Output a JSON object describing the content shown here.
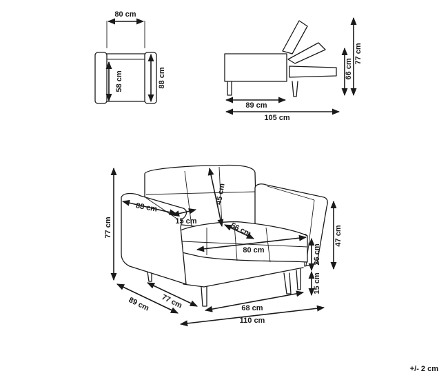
{
  "top_view": {
    "width_label": "80 cm",
    "seat_depth_label": "58 cm",
    "depth_label": "88 cm"
  },
  "side_view": {
    "closed_label": "89 cm",
    "open_label": "105 cm",
    "seat_back_label": "66 cm",
    "height_label": "77 cm"
  },
  "main_view": {
    "armrest_label": "88 cm",
    "arm_width_label": "15 cm",
    "back_label": "45 cm",
    "seat_depth_label": "56 cm",
    "seat_width_label": "80 cm",
    "height_label": "77 cm",
    "depth_label": "89 cm",
    "inner_depth_label": "77 cm",
    "leg_span_label": "68 cm",
    "width_label": "110 cm",
    "arm_height_label": "47 cm",
    "seat_height_label": "26 cm",
    "leg_height_label": "15 cm"
  },
  "tolerance_note": "+/- 2 cm"
}
